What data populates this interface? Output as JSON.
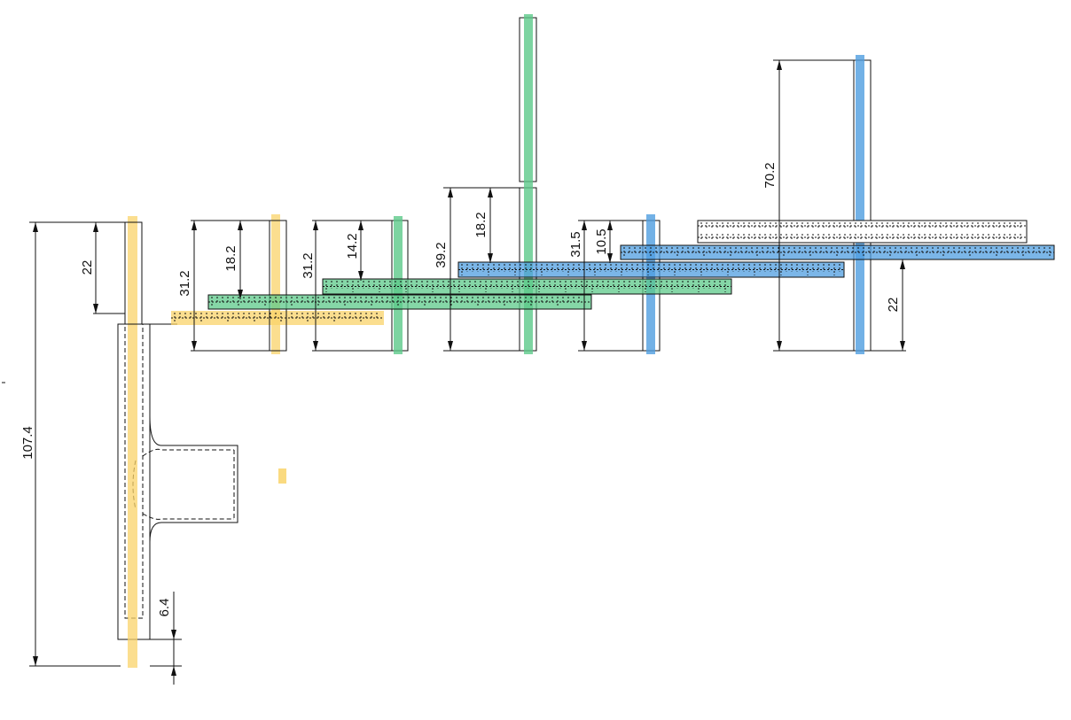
{
  "colors": {
    "yellow": "#f9d36a",
    "green": "#5cc98a",
    "blue": "#4f9de0",
    "line": "#111111",
    "background": "#ffffff"
  },
  "dimensions": {
    "total_height": "107.4",
    "top_offset": "22",
    "bottom_tab": "6.4",
    "d1_outer": "31.2",
    "d1_inner": "18.2",
    "d2_outer": "31.2",
    "d2_inner": "14.2",
    "d3_outer": "39.2",
    "d3_inner": "18.2",
    "d4_outer": "31.5",
    "d4_inner": "10.5",
    "d5_outer": "70.2",
    "d5_right": "22"
  }
}
